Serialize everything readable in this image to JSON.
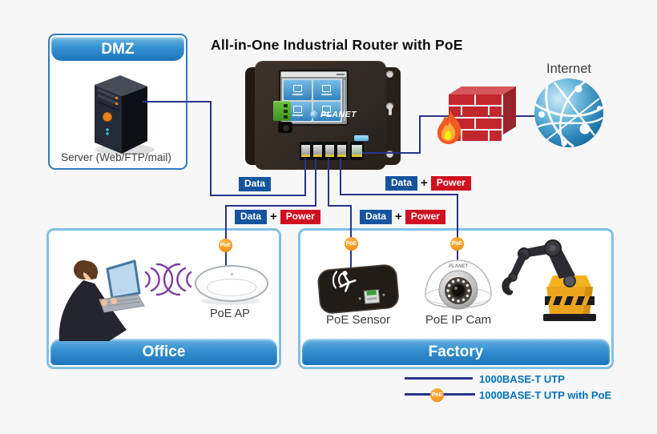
{
  "title": "All-in-One Industrial Router with PoE",
  "dmz": {
    "header": "DMZ",
    "server_label": "Server (Web/FTP/mail)"
  },
  "internet_label": "Internet",
  "router_brand": "PLANET",
  "office": {
    "footer": "Office",
    "ap_label": "PoE AP"
  },
  "factory": {
    "footer": "Factory",
    "sensor_label": "PoE Sensor",
    "cam_label": "PoE IP Cam",
    "cam_logo": "PLANET"
  },
  "badges": {
    "data": "Data",
    "power": "Power",
    "plus": "+",
    "poe": "PoE"
  },
  "legend": {
    "utp_label": "1000BASE-T UTP",
    "utp_poe_label": "1000BASE-T UTP with PoE"
  },
  "colors": {
    "line": "#27348b",
    "data_badge": "#15549e",
    "power_badge": "#cf1021",
    "poe_badge": "#f7941d",
    "zone_bar_blue": "#3490cf",
    "dmz_border": "#2e7bbf",
    "zone_border_light": "#7fc0e8",
    "legend_text": "#0071bc"
  }
}
